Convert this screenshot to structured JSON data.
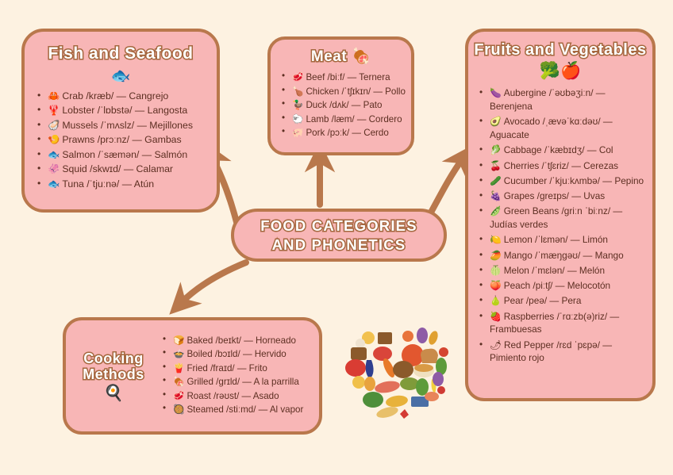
{
  "page": {
    "background_color": "#fdf2e1",
    "card_fill": "#f8b6b6",
    "card_border": "#b9784c",
    "text_color": "#5d2f22",
    "arrow_color": "#b9784c",
    "title_outline": "#a5673e"
  },
  "center": {
    "title": "FOOD CATEGORIES AND PHONETICS"
  },
  "fish": {
    "title": "Fish and Seafood",
    "emoji": "🐟",
    "emoji_name": "fish-emoji",
    "items": [
      {
        "emoji": "🦀",
        "text": "Crab /kræb/ — Cangrejo"
      },
      {
        "emoji": "🦞",
        "text": "Lobster /ˈlɒbstə/ — Langosta"
      },
      {
        "emoji": "🦪",
        "text": "Mussels /ˈmʌslz/ — Mejillones"
      },
      {
        "emoji": "🍤",
        "text": "Prawns /prɔːnz/ — Gambas"
      },
      {
        "emoji": "🐟",
        "text": "Salmon /ˈsæmən/ — Salmón"
      },
      {
        "emoji": "🦑",
        "text": "Squid /skwɪd/ — Calamar"
      },
      {
        "emoji": "🐟",
        "text": "Tuna /ˈtjuːnə/ — Atún"
      }
    ]
  },
  "meat": {
    "title": "Meat 🍖",
    "items": [
      {
        "emoji": "🥩",
        "text": "Beef /biːf/ — Ternera"
      },
      {
        "emoji": "🍗",
        "text": "Chicken /ˈtʃɪkɪn/ — Pollo"
      },
      {
        "emoji": "🦆",
        "text": "Duck /dʌk/ — Pato"
      },
      {
        "emoji": "🐑",
        "text": "Lamb /læm/ — Cordero"
      },
      {
        "emoji": "🐖",
        "text": "Pork /pɔːk/ — Cerdo"
      }
    ]
  },
  "fruits": {
    "title": "Fruits and Vegetables",
    "emoji": "🥦🍎",
    "emoji_name": "broccoli-and-apple-emoji",
    "items": [
      {
        "emoji": "🍆",
        "text": "Aubergine /ˈəʊbəʒiːn/ — Berenjena"
      },
      {
        "emoji": "🥑",
        "text": "Avocado /ˌævəˈkɑːdəʊ/ — Aguacate"
      },
      {
        "emoji": "🥬",
        "text": "Cabbage /ˈkæbɪdʒ/ — Col"
      },
      {
        "emoji": "🍒",
        "text": "Cherries /ˈtʃɛriz/ — Cerezas"
      },
      {
        "emoji": "🥒",
        "text": "Cucumber /ˈkjuːkʌmbə/ — Pepino"
      },
      {
        "emoji": "🍇",
        "text": "Grapes /ɡreɪps/ — Uvas"
      },
      {
        "emoji": "🫛",
        "text": "Green Beans /ɡriːn ˈbiːnz/ — Judías verdes"
      },
      {
        "emoji": "🍋",
        "text": "Lemon /ˈlɛmən/ — Limón"
      },
      {
        "emoji": "🥭",
        "text": "Mango /ˈmæŋɡəʊ/ — Mango"
      },
      {
        "emoji": "🍈",
        "text": "Melon /ˈmɛlən/ — Melón"
      },
      {
        "emoji": "🍑",
        "text": "Peach /piːtʃ/ — Melocotón"
      },
      {
        "emoji": "🍐",
        "text": "Pear /peə/ — Pera"
      },
      {
        "emoji": "🍓",
        "text": "Raspberries /ˈrɑːzb(ə)riz/ — Frambuesas"
      },
      {
        "emoji": "🌶",
        "text": "Red Pepper /rɛd ˈpɛpə/ — Pimiento rojo"
      }
    ]
  },
  "cooking": {
    "title": "Cooking Methods",
    "emoji": "🍳",
    "emoji_name": "frying-pan-emoji",
    "items": [
      {
        "emoji": "🍞",
        "text": "Baked /beɪkt/ — Horneado"
      },
      {
        "emoji": "🍲",
        "text": "Boiled /bɔɪld/ — Hervido"
      },
      {
        "emoji": "🍟",
        "text": "Fried /fraɪd/ — Frito"
      },
      {
        "emoji": "🍖",
        "text": "Grilled /ɡrɪld/ — A la parrilla"
      },
      {
        "emoji": "🥩",
        "text": "Roast /rəʊst/ — Asado"
      },
      {
        "emoji": "🥘",
        "text": "Steamed /stiːmd/ — Al vapor"
      }
    ]
  },
  "decoration": {
    "food_heart_label": "heart shaped food collage"
  },
  "arrows": [
    {
      "name": "arrow-to-fish",
      "description": "curved arrow pointing up-left to Fish and Seafood"
    },
    {
      "name": "arrow-to-meat",
      "description": "straight arrow pointing up to Meat"
    },
    {
      "name": "arrow-to-fruits",
      "description": "curved arrow pointing up-right to Fruits and Vegetables"
    },
    {
      "name": "arrow-to-cooking",
      "description": "curved arrow pointing down-left to Cooking Methods"
    }
  ]
}
